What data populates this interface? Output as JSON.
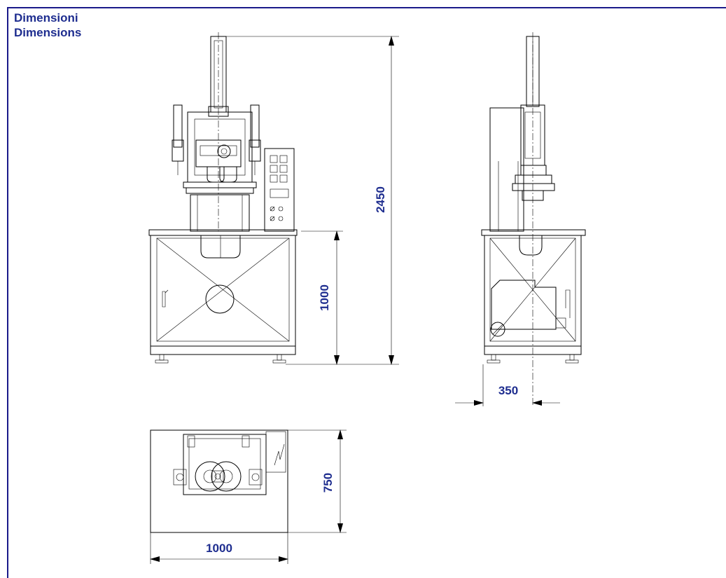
{
  "title": {
    "line1": "Dimensioni",
    "line2": "Dimensions"
  },
  "dimensions": {
    "total_height": "2450",
    "table_height": "1000",
    "side_offset": "350",
    "depth": "750",
    "width": "1000"
  },
  "colors": {
    "frame": "#1a1a8a",
    "label": "#1e2d8f",
    "drawing": "#000000"
  }
}
